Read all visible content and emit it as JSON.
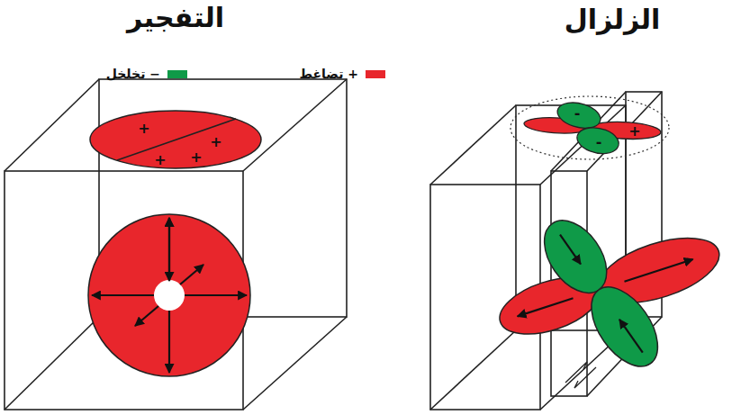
{
  "diagram": {
    "nodes": [
      {
        "text": [
          "الزلزال"
        ]
      },
      {
        "text": [
          "التفجير"
        ]
      }
    ],
    "labels": [
      "+",
      "+",
      "+",
      "+",
      "-",
      "+",
      "-"
    ],
    "legend": [
      {
        "text": "+ تضاغط",
        "color": "#e8262c"
      },
      {
        "text": "− تخلخل",
        "color": "#0f9a48"
      }
    ]
  }
}
